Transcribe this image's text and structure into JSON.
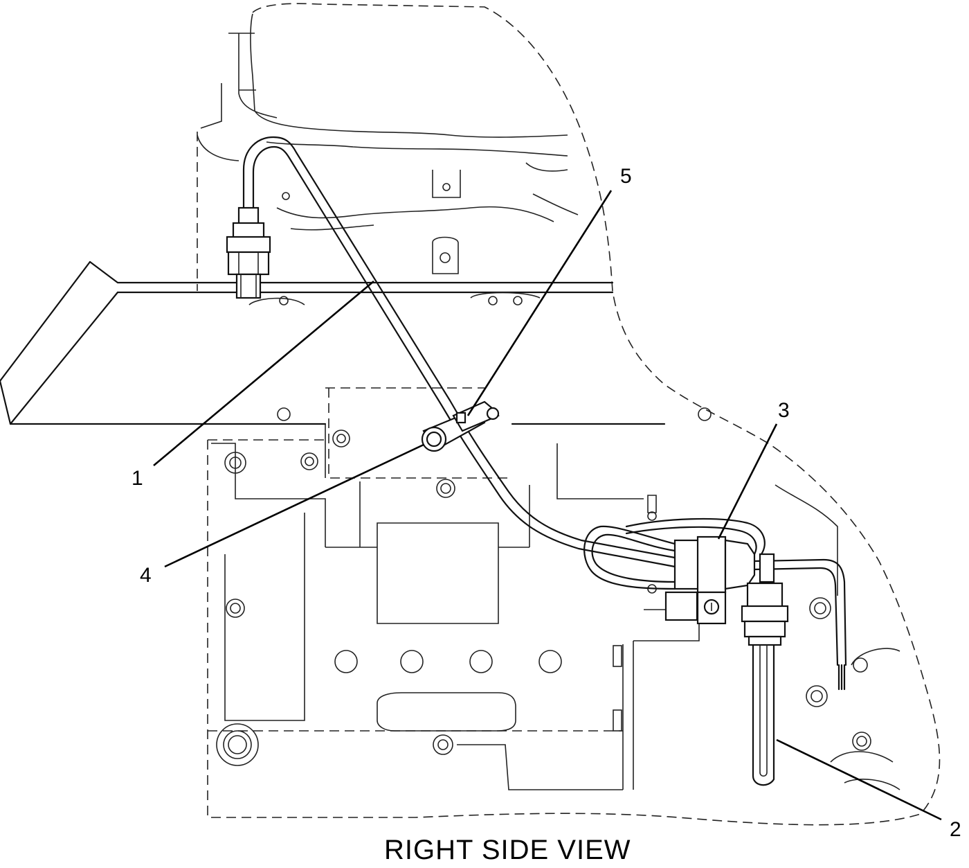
{
  "view_title": "RIGHT SIDE VIEW",
  "callouts": {
    "c1": "1",
    "c2": "2",
    "c3": "3",
    "c4": "4",
    "c5": "5"
  }
}
